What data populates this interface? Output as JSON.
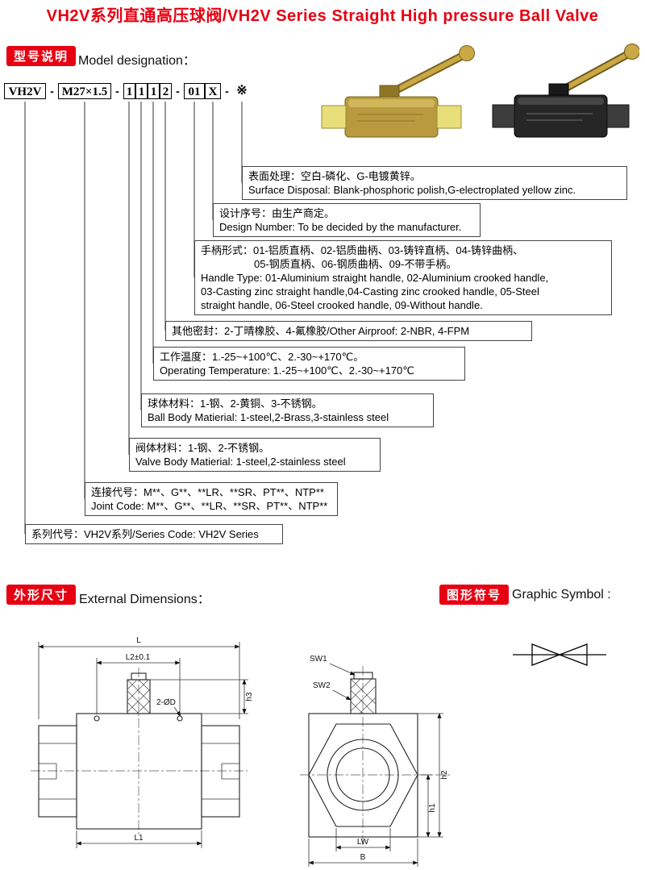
{
  "page": {
    "title": "VH2V系列直通高压球阀/VH2V Series Straight High pressure Ball Valve"
  },
  "model": {
    "badge": "型号说明",
    "label": "Model designation：",
    "separator": "-",
    "segments": [
      "VH2V",
      "M27×1.5",
      "1",
      "1",
      "1",
      "2",
      "01",
      "X",
      "※"
    ]
  },
  "annotations": [
    {
      "name": "surface-disposal",
      "lines": [
        "表面处理：空白-磷化、G-电镀黄锌。",
        "Surface Disposal: Blank-phosphoric polish,G-electroplated yellow zinc."
      ]
    },
    {
      "name": "design-number",
      "lines": [
        "设计序号：由生产商定。",
        "Design Number: To be decided by the manufacturer."
      ]
    },
    {
      "name": "handle-type",
      "lines": [
        "手柄形式：01-铝质直柄、02-铝质曲柄、03-铸锌直柄、04-铸锌曲柄、",
        "05-钢质直柄、06-钢质曲柄、09-不带手柄。",
        "Handle Type: 01-Aluminium straight handle, 02-Aluminium crooked handle,",
        "03-Casting zinc straight handle,04-Casting zinc crooked handle, 05-Steel",
        "straight handle, 06-Steel crooked handle, 09-Without handle."
      ]
    },
    {
      "name": "other-airproof",
      "lines": [
        "其他密封：2-丁晴橡胶、4-氟橡胶/Other Airproof: 2-NBR, 4-FPM"
      ]
    },
    {
      "name": "operating-temperature",
      "lines": [
        "工作温度：1.-25~+100℃、2.-30~+170℃。",
        "Operating Temperature: 1.-25~+100℃、2.-30~+170℃"
      ]
    },
    {
      "name": "ball-body-material",
      "lines": [
        "球体材料：1-钢、2-黄铜、3-不锈钢。",
        "Ball Body Matierial: 1-steel,2-Brass,3-stainless steel"
      ]
    },
    {
      "name": "valve-body-material",
      "lines": [
        "阀体材料：1-钢、2-不锈钢。",
        "Valve Body Matierial: 1-steel,2-stainless steel"
      ]
    },
    {
      "name": "joint-code",
      "lines": [
        "连接代号：M**、G**、**LR、**SR、PT**、NTP**",
        "Joint Code: M**、G**、**LR、**SR、PT**、NTP**"
      ]
    },
    {
      "name": "series-code",
      "lines": [
        "系列代号：VH2V系列/Series Code: VH2V Series"
      ]
    }
  ],
  "external": {
    "badge": "外形尺寸",
    "label": "External Dimensions："
  },
  "symbol": {
    "badge": "图形符号",
    "label": "Graphic Symbol :"
  },
  "drawings": {
    "left": {
      "L": "L",
      "L2": "L2±0.1",
      "holes": "2-ØD",
      "h3": "h3",
      "L1": "L1"
    },
    "right": {
      "SW1": "SW1",
      "SW2": "SW2",
      "h2": "h2",
      "h1": "h1",
      "LW": "LW",
      "B": "B"
    }
  },
  "colors": {
    "accent_red": "#e60012",
    "brass": "#c9a845",
    "black_body": "#222222"
  }
}
